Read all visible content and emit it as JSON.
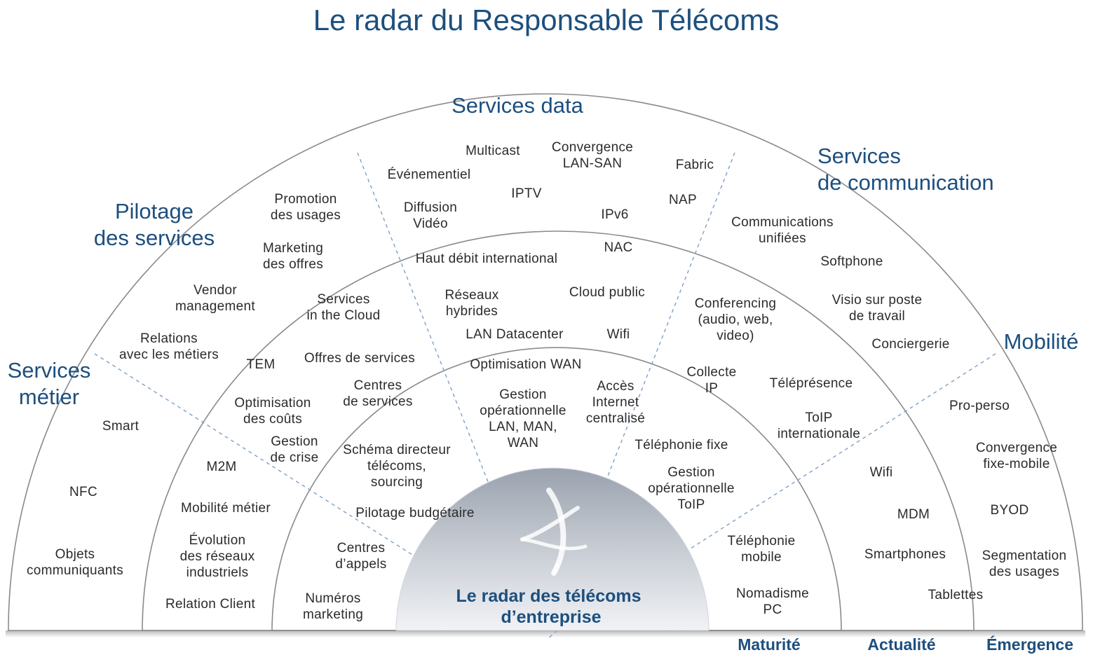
{
  "title": "Le radar du Responsable Télécoms",
  "sectors": [
    {
      "id": "metier",
      "lines": [
        "Services",
        "métier"
      ]
    },
    {
      "id": "pilotage",
      "lines": [
        "Pilotage",
        "des services"
      ]
    },
    {
      "id": "data",
      "lines": [
        "Services data"
      ]
    },
    {
      "id": "communication",
      "lines": [
        "Services",
        "de communication"
      ]
    },
    {
      "id": "mobilite",
      "lines": [
        "Mobilité"
      ]
    }
  ],
  "center": {
    "lines": [
      "Le radar des télécoms",
      "d’entreprise"
    ]
  },
  "rings": [
    {
      "id": "maturite",
      "label": "Maturité"
    },
    {
      "id": "actualite",
      "label": "Actualité"
    },
    {
      "id": "emergence",
      "label": "Émergence"
    }
  ],
  "items": [
    {
      "id": "multicast",
      "lines": [
        "Multicast"
      ]
    },
    {
      "id": "convergence-lan-san",
      "lines": [
        "Convergence",
        "LAN-SAN"
      ]
    },
    {
      "id": "fabric",
      "lines": [
        "Fabric"
      ]
    },
    {
      "id": "evenementiel",
      "lines": [
        "Événementiel"
      ]
    },
    {
      "id": "iptv",
      "lines": [
        "IPTV"
      ]
    },
    {
      "id": "nap",
      "lines": [
        "NAP"
      ]
    },
    {
      "id": "diffusion-video",
      "lines": [
        "Diffusion",
        "Vidéo"
      ]
    },
    {
      "id": "ipv6",
      "lines": [
        "IPv6"
      ]
    },
    {
      "id": "nac",
      "lines": [
        "NAC"
      ]
    },
    {
      "id": "haut-debit-international",
      "lines": [
        "Haut débit international"
      ]
    },
    {
      "id": "reseaux-hybrides",
      "lines": [
        "Réseaux",
        "hybrides"
      ]
    },
    {
      "id": "cloud-public",
      "lines": [
        "Cloud public"
      ]
    },
    {
      "id": "lan-datacenter",
      "lines": [
        "LAN Datacenter"
      ]
    },
    {
      "id": "wifi-data",
      "lines": [
        "Wifi"
      ]
    },
    {
      "id": "optimisation-wan",
      "lines": [
        "Optimisation WAN"
      ]
    },
    {
      "id": "gestion-operationnelle-lan",
      "lines": [
        "Gestion",
        "opérationnelle",
        "LAN, MAN,",
        "WAN"
      ]
    },
    {
      "id": "acces-internet",
      "lines": [
        "Accès",
        "Internet",
        "centralisé"
      ]
    },
    {
      "id": "promotion-usages",
      "lines": [
        "Promotion",
        "des usages"
      ]
    },
    {
      "id": "marketing-offres",
      "lines": [
        "Marketing",
        "des offres"
      ]
    },
    {
      "id": "vendor-management",
      "lines": [
        "Vendor",
        "management"
      ]
    },
    {
      "id": "services-cloud",
      "lines": [
        "Services",
        "in the Cloud"
      ]
    },
    {
      "id": "relations-metiers",
      "lines": [
        "Relations",
        "avec les métiers"
      ]
    },
    {
      "id": "tem",
      "lines": [
        "TEM"
      ]
    },
    {
      "id": "offres-services",
      "lines": [
        "Offres de services"
      ]
    },
    {
      "id": "centres-services",
      "lines": [
        "Centres",
        "de services"
      ]
    },
    {
      "id": "optimisation-couts",
      "lines": [
        "Optimisation",
        "des coûts"
      ]
    },
    {
      "id": "gestion-crise",
      "lines": [
        "Gestion",
        "de crise"
      ]
    },
    {
      "id": "schema-directeur",
      "lines": [
        "Schéma directeur",
        "télécoms,",
        "sourcing"
      ]
    },
    {
      "id": "pilotage-budgetaire",
      "lines": [
        "Pilotage budgétaire"
      ]
    },
    {
      "id": "centres-appels",
      "lines": [
        "Centres",
        "d’appels"
      ]
    },
    {
      "id": "numeros-marketing",
      "lines": [
        "Numéros",
        "marketing"
      ]
    },
    {
      "id": "smart",
      "lines": [
        "Smart"
      ]
    },
    {
      "id": "m2m",
      "lines": [
        "M2M"
      ]
    },
    {
      "id": "nfc",
      "lines": [
        "NFC"
      ]
    },
    {
      "id": "mobilite-metier",
      "lines": [
        "Mobilité métier"
      ]
    },
    {
      "id": "evolution-reseaux",
      "lines": [
        "Évolution",
        "des réseaux",
        "industriels"
      ]
    },
    {
      "id": "objets-communiquants",
      "lines": [
        "Objets",
        "communiquants"
      ]
    },
    {
      "id": "relation-client",
      "lines": [
        "Relation Client"
      ]
    },
    {
      "id": "communications-unifiees",
      "lines": [
        "Communications",
        "unifiées"
      ]
    },
    {
      "id": "softphone",
      "lines": [
        "Softphone"
      ]
    },
    {
      "id": "visio-poste",
      "lines": [
        "Visio sur poste",
        "de travail"
      ]
    },
    {
      "id": "conferencing",
      "lines": [
        "Conferencing",
        "(audio, web,",
        "video)"
      ]
    },
    {
      "id": "conciergerie",
      "lines": [
        "Conciergerie"
      ]
    },
    {
      "id": "collecte-ip",
      "lines": [
        "Collecte",
        "IP"
      ]
    },
    {
      "id": "telepresence",
      "lines": [
        "Téléprésence"
      ]
    },
    {
      "id": "toip-internationale",
      "lines": [
        "ToIP",
        "internationale"
      ]
    },
    {
      "id": "telephonie-fixe",
      "lines": [
        "Téléphonie fixe"
      ]
    },
    {
      "id": "gestion-operationnelle-toip",
      "lines": [
        "Gestion",
        "opérationnelle",
        "ToIP"
      ]
    },
    {
      "id": "pro-perso",
      "lines": [
        "Pro-perso"
      ]
    },
    {
      "id": "convergence-fixe-mobile",
      "lines": [
        "Convergence",
        "fixe-mobile"
      ]
    },
    {
      "id": "wifi-mobilite",
      "lines": [
        "Wifi"
      ]
    },
    {
      "id": "byod",
      "lines": [
        "BYOD"
      ]
    },
    {
      "id": "mdm",
      "lines": [
        "MDM"
      ]
    },
    {
      "id": "telephonie-mobile",
      "lines": [
        "Téléphonie",
        "mobile"
      ]
    },
    {
      "id": "smartphones",
      "lines": [
        "Smartphones"
      ]
    },
    {
      "id": "segmentation-usages",
      "lines": [
        "Segmentation",
        "des usages"
      ]
    },
    {
      "id": "tablettes",
      "lines": [
        "Tablettes"
      ]
    },
    {
      "id": "nomadisme-pc",
      "lines": [
        "Nomadisme",
        "PC"
      ]
    }
  ]
}
